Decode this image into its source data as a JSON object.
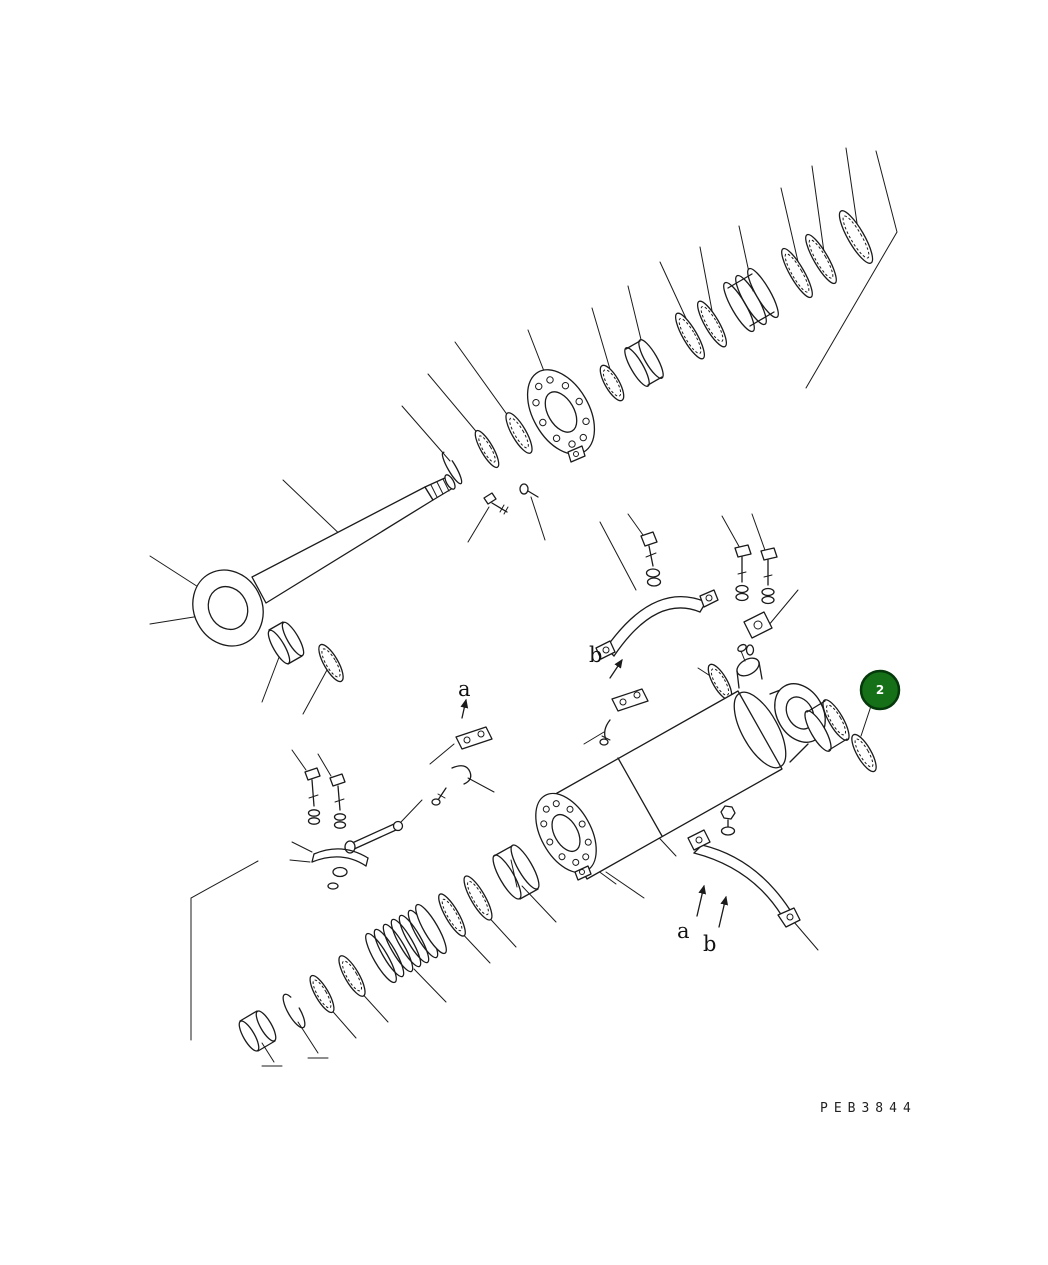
{
  "diagram": {
    "drawing_code": "PEB3844",
    "callout": {
      "number": "2"
    },
    "labels": {
      "a_upper": "a",
      "b_upper": "b",
      "a_lower": "a",
      "b_lower": "b"
    },
    "colors": {
      "balloon_fill": "#167018",
      "balloon_stroke": "#05380a",
      "line": "#1b1b1b",
      "background": "#ffffff"
    }
  }
}
